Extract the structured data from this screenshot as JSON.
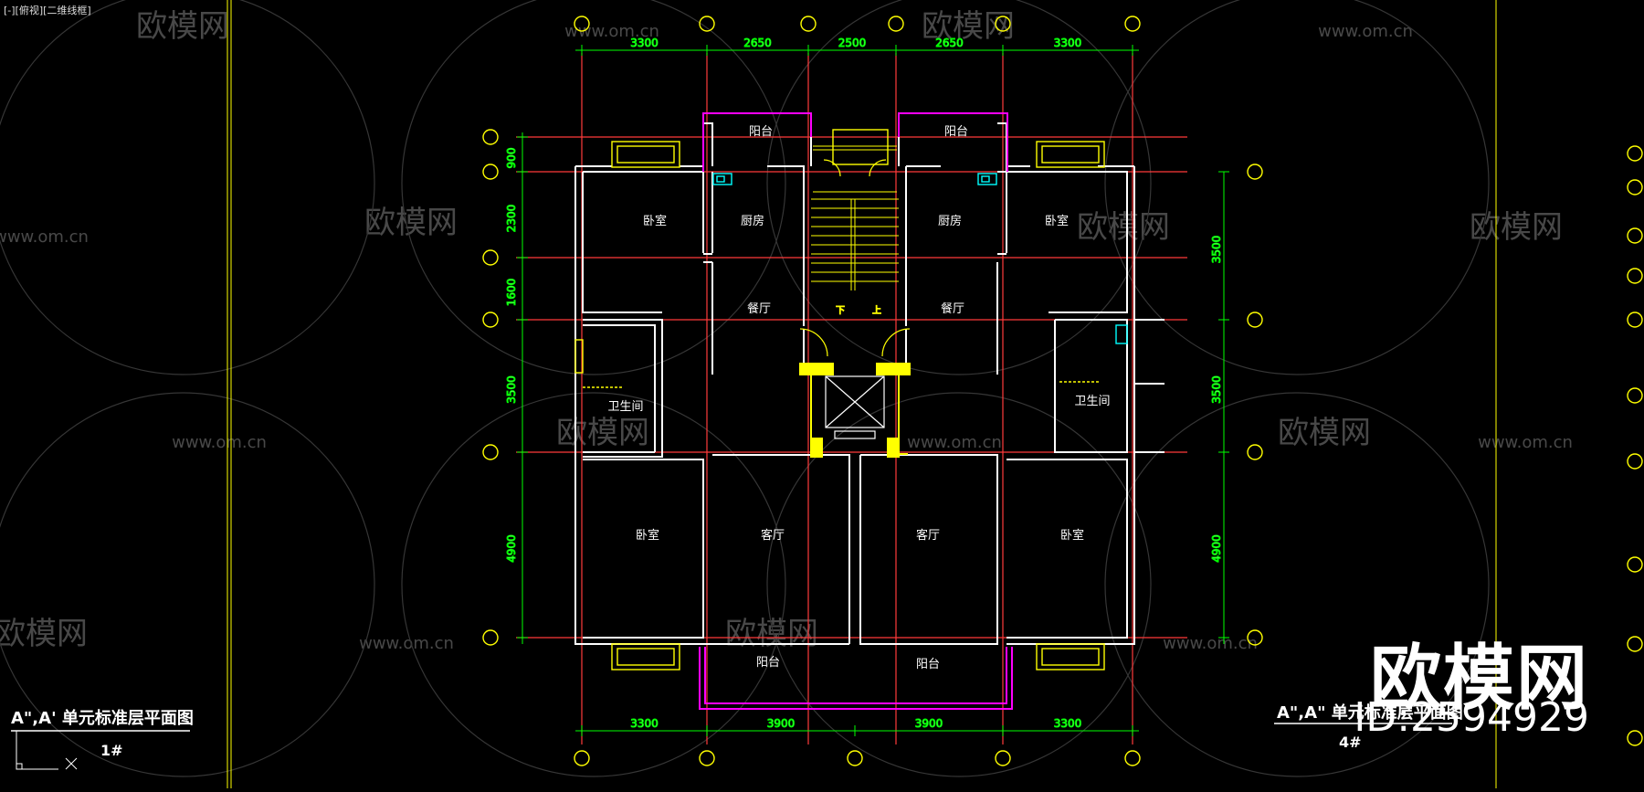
{
  "viewport": {
    "label": "[-][俯视][二维线框]"
  },
  "plan": {
    "top_dims": [
      "3300",
      "2650",
      "2500",
      "2650",
      "3300"
    ],
    "bottom_dims": [
      "3300",
      "3900",
      "3900",
      "3300"
    ],
    "left_dims": [
      "900",
      "2300",
      "1600",
      "3500",
      "4900"
    ],
    "right_dims": [
      "3500",
      "3500",
      "4900"
    ],
    "rooms": {
      "balcony": "阳台",
      "bedroom": "卧室",
      "kitchen": "厨房",
      "dining": "餐厅",
      "bathroom": "卫生间",
      "living": "客厅"
    },
    "stair_down": "下",
    "stair_up": "上"
  },
  "titles": {
    "left": "A\",A' 单元标准层平面图",
    "left_number": "1#",
    "right": "A\",A\" 单元标准层平面图",
    "right_number": "4#"
  },
  "watermark": {
    "brand": "欧模网",
    "url": "www.om.cn",
    "id_text": "ID:2594929"
  },
  "colors": {
    "background": "#000000",
    "wall": "#ffffff",
    "axis": "#ff3b3b",
    "dimension": "#00ff00",
    "grid_bubble": "#ffff00",
    "balcony": "#ff00ff",
    "window": "#ffff00",
    "fixture": "#00ffff"
  }
}
